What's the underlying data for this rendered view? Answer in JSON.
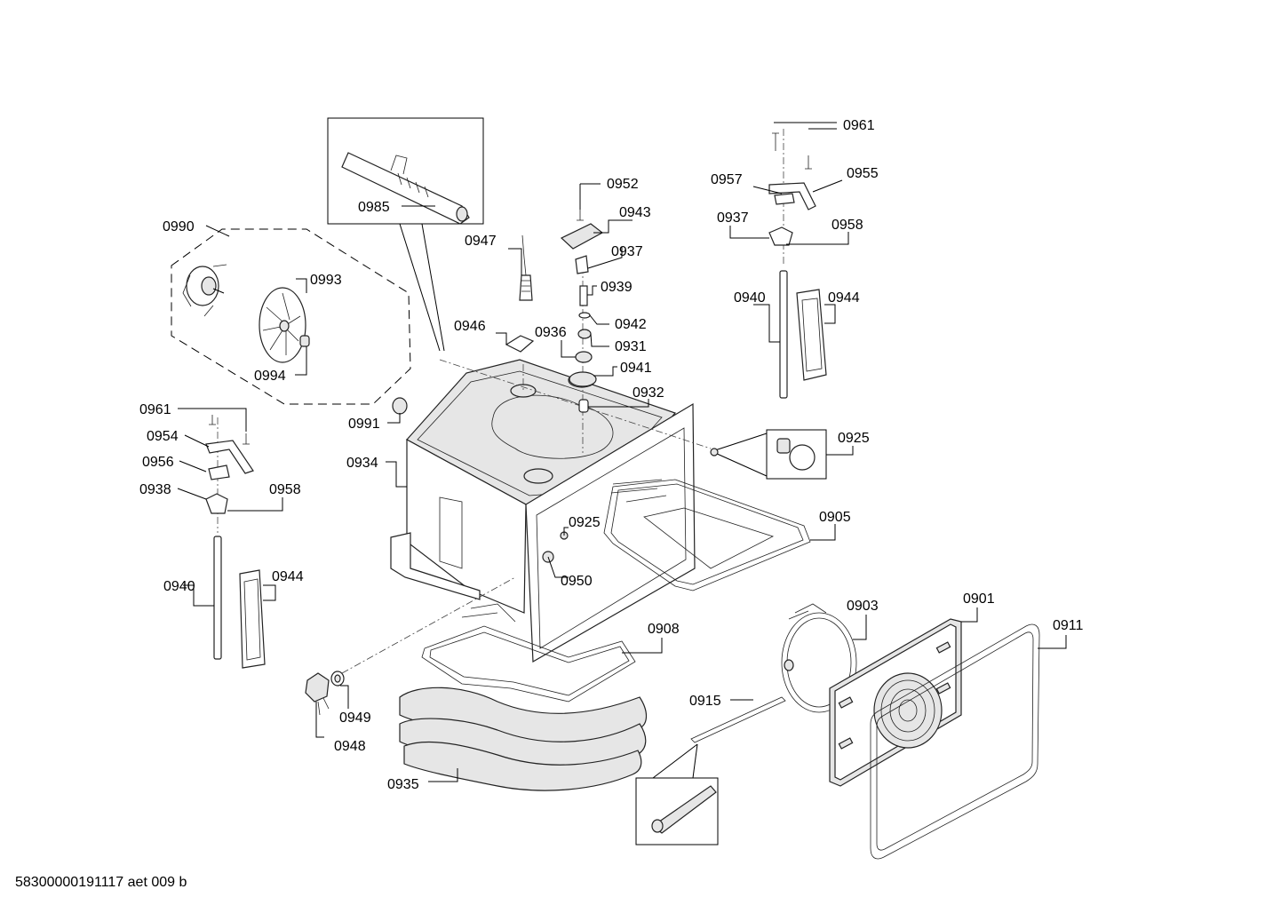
{
  "labels": {
    "p0961_top": "0961",
    "p0957": "0957",
    "p0955": "0955",
    "p0937_right": "0937",
    "p0958_right": "0958",
    "p0940_right": "0940",
    "p0944_right": "0944",
    "p0952": "0952",
    "p0943": "0943",
    "p0947": "0947",
    "p0937_mid": "0937",
    "p0939": "0939",
    "p0942": "0942",
    "p0931": "0931",
    "p0946": "0946",
    "p0936": "0936",
    "p0941": "0941",
    "p0932": "0932",
    "p0985": "0985",
    "p0990": "0990",
    "p0993": "0993",
    "p0994": "0994",
    "p0991": "0991",
    "p0961_left": "0961",
    "p0954": "0954",
    "p0956": "0956",
    "p0938": "0938",
    "p0958_left": "0958",
    "p0940_left": "0940",
    "p0944_left": "0944",
    "p0934": "0934",
    "p0925_right": "0925",
    "p0925_mid": "0925",
    "p0905": "0905",
    "p0950": "0950",
    "p0908": "0908",
    "p0949": "0949",
    "p0948": "0948",
    "p0935": "0935",
    "p0903": "0903",
    "p0901": "0901",
    "p0911": "0911",
    "p0915": "0915"
  },
  "footer": {
    "doc_code": "58300000191117 aet 009 b"
  }
}
